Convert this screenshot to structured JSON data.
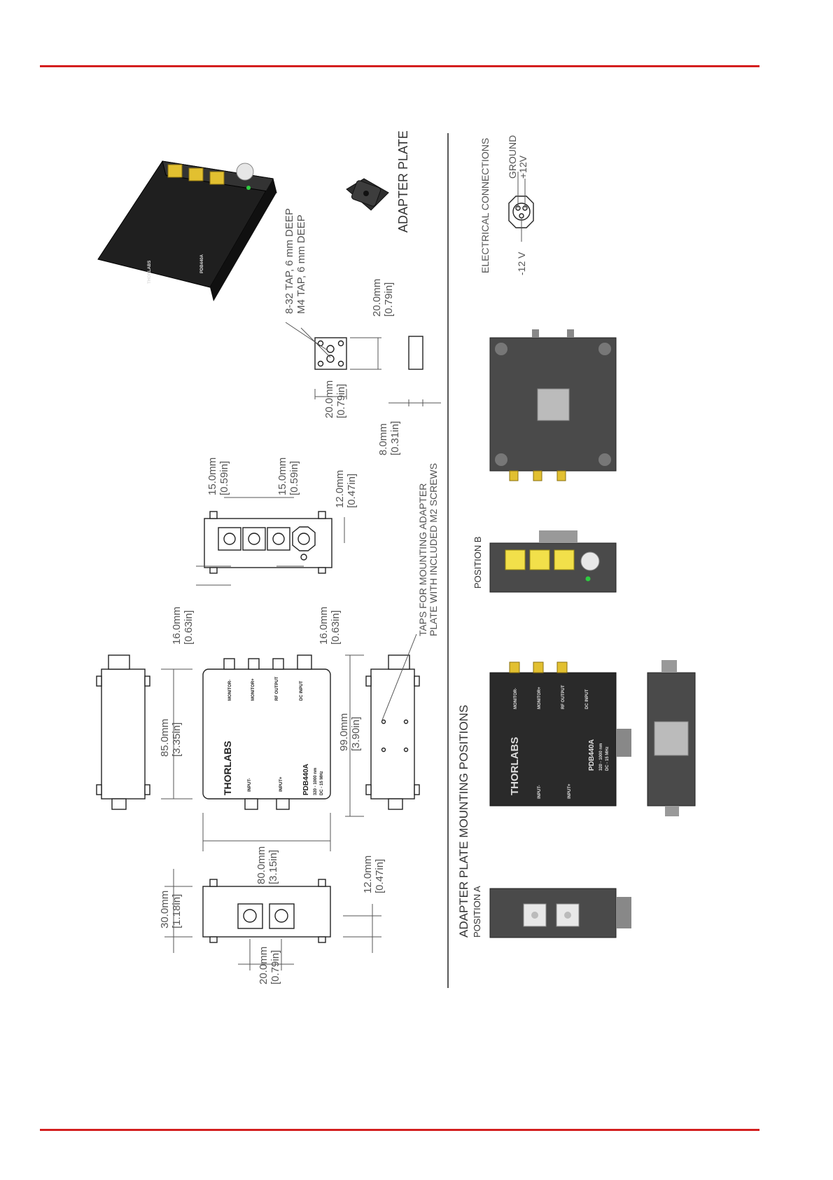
{
  "colors": {
    "accent_rule": "#d41f1f"
  },
  "dimensions": {
    "d_85": "85.0mm",
    "d_85_in": "[3.35in]",
    "d_80": "80.0mm",
    "d_80_in": "[3.15in]",
    "d_99": "99.0mm",
    "d_99_in": "[3.90in]",
    "d_30": "30.0mm",
    "d_30_in": "[1.18in]",
    "d_20a": "20.0mm",
    "d_20a_in": "[0.79in]",
    "d_12a": "12.0mm",
    "d_12a_in": "[0.47in]",
    "d_16a": "16.0mm",
    "d_16a_in": "[0.63in]",
    "d_16b": "16.0mm",
    "d_16b_in": "[0.63in]",
    "d_15a": "15.0mm",
    "d_15a_in": "[0.59in]",
    "d_15b": "15.0mm",
    "d_15b_in": "[0.59in]",
    "d_12b": "12.0mm",
    "d_12b_in": "[0.47in]",
    "d_20b": "20.0mm",
    "d_20b_in": "[0.79in]",
    "d_20c": "20.0mm",
    "d_20c_in": "[0.79in]",
    "d_8": "8.0mm",
    "d_8_in": "[0.31in]"
  },
  "annotations": {
    "taps_line1": "TAPS FOR MOUNTING ADAPTER",
    "taps_line2": "PLATE WITH INCLUDED M2 SCREWS",
    "tap_832": "8-32 TAP, 6 mm DEEP",
    "tap_m4": "M4 TAP, 6 mm DEEP",
    "adapter_plate": "ADAPTER PLATE",
    "mounting_positions": "ADAPTER PLATE MOUNTING POSITIONS",
    "position_a": "POSITION A",
    "position_b": "POSITION B",
    "electrical": "ELECTRICAL CONNECTIONS",
    "ground": "GROUND",
    "plus12": "+12V",
    "minus12": "-12 V"
  },
  "device": {
    "brand": "THORLABS",
    "model": "PDB440A",
    "spec1": "320 - 1000 nm",
    "spec2": "DC - 15 MHz",
    "monitor_minus": "MONITOR-",
    "monitor_plus": "MONITOR+",
    "rf_output": "RF OUTPUT",
    "dc_input": "DC INPUT",
    "input_minus": "INPUT-",
    "input_plus": "INPUT+"
  }
}
